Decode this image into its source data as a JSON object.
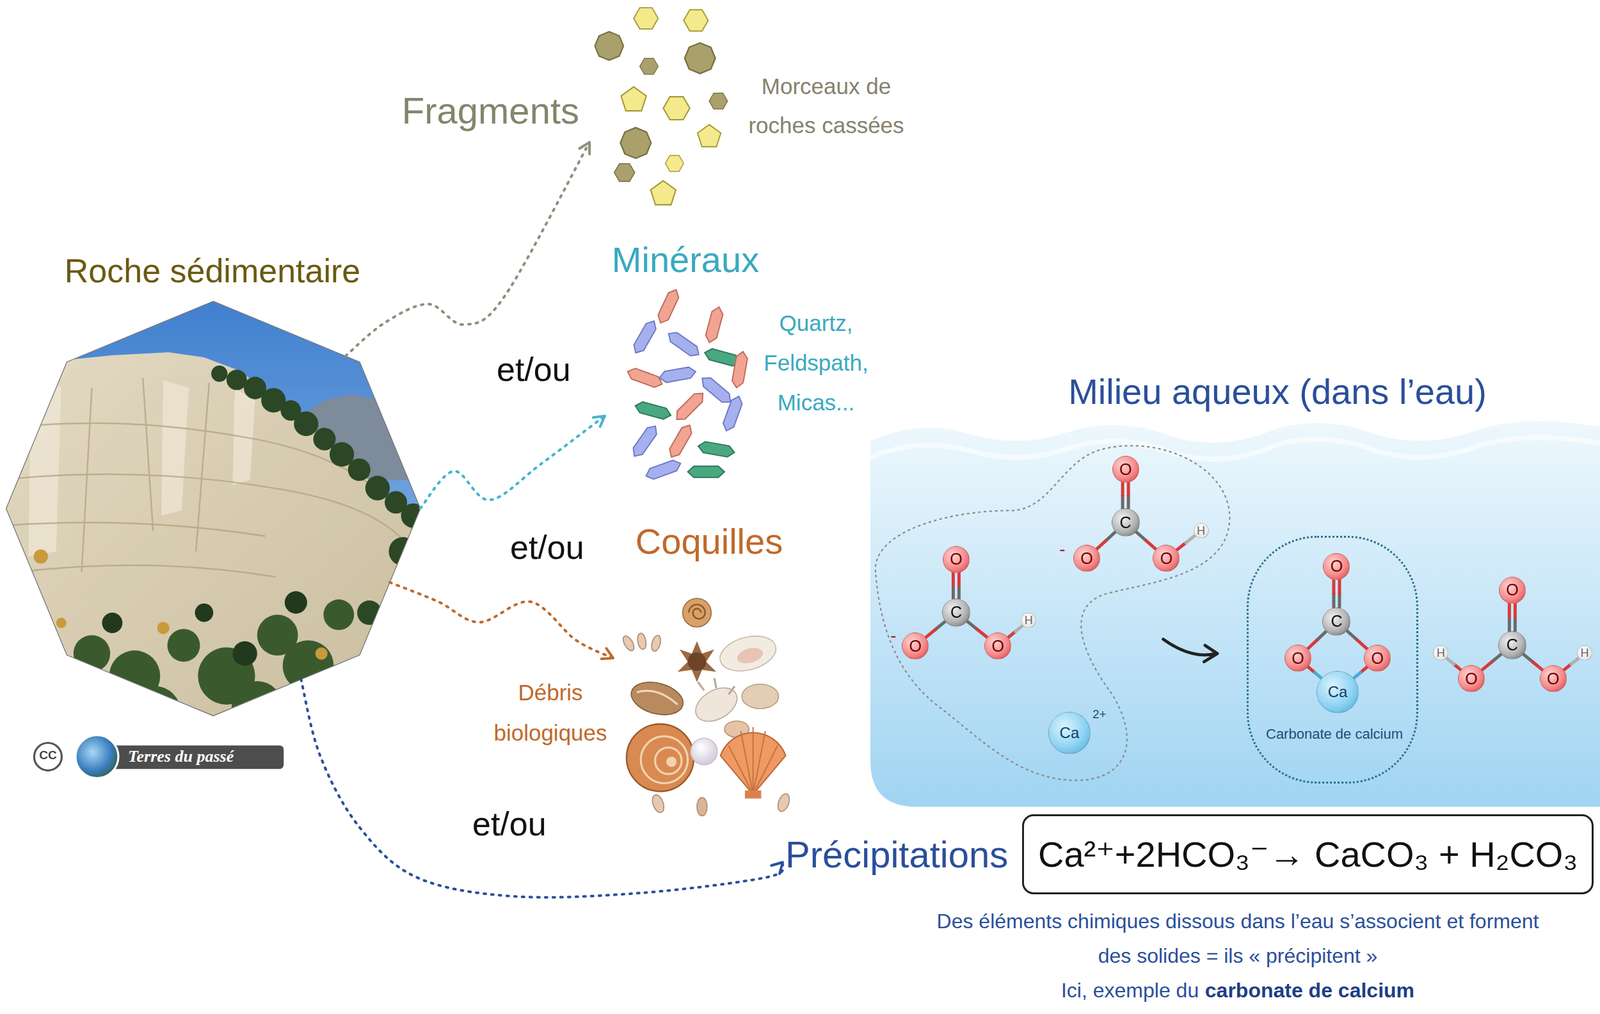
{
  "diagram": {
    "nodes": [
      {
        "text": [
          "Roche sédimentaire"
        ]
      },
      {
        "text": [
          "Fragments",
          "Morceaux de roches cassées"
        ]
      },
      {
        "text": [
          "Minéraux",
          "Quartz, Feldspath, Micas..."
        ]
      },
      {
        "text": [
          "Coquilles",
          "Débris biologiques"
        ]
      },
      {
        "text": [
          "Milieu aqueux (dans l’eau)"
        ]
      },
      {
        "text": [
          "O"
        ],
        "in": 4
      },
      {
        "text": [
          "C"
        ],
        "in": 4
      },
      {
        "text": [
          "O"
        ],
        "in": 4
      },
      {
        "text": [
          "O"
        ],
        "in": 4
      },
      {
        "text": [
          "H"
        ],
        "in": 4
      },
      {
        "text": [
          "O"
        ],
        "in": 4
      },
      {
        "text": [
          "C"
        ],
        "in": 4
      },
      {
        "text": [
          "O"
        ],
        "in": 4
      },
      {
        "text": [
          "O"
        ],
        "in": 4
      },
      {
        "text": [
          "H"
        ],
        "in": 4
      },
      {
        "text": [
          "Ca",
          "2+"
        ],
        "in": 4
      },
      {
        "text": [
          "Carbonate de calcium"
        ],
        "in": 4
      },
      {
        "text": [
          "O"
        ],
        "in": 16
      },
      {
        "text": [
          "C"
        ],
        "in": 16
      },
      {
        "text": [
          "O"
        ],
        "in": 16
      },
      {
        "text": [
          "O"
        ],
        "in": 16
      },
      {
        "text": [
          "Ca"
        ],
        "in": 16
      },
      {
        "text": [
          "O"
        ],
        "in": 4
      },
      {
        "text": [
          "C"
        ],
        "in": 4
      },
      {
        "text": [
          "O"
        ],
        "in": 4
      },
      {
        "text": [
          "O"
        ],
        "in": 4
      },
      {
        "text": [
          "H"
        ],
        "in": 4
      },
      {
        "text": [
          "H"
        ],
        "in": 4
      },
      {
        "text": [
          "Précipitations",
          "Ca²⁺+2HCO₃⁻→ CaCO₃ + H₂CO₃"
        ]
      }
    ],
    "edges": [
      {
        "from": 0,
        "to": 1,
        "arrow": "to"
      },
      {
        "from": 0,
        "to": 2,
        "arrow": "to"
      },
      {
        "from": 0,
        "to": 3,
        "arrow": "to"
      },
      {
        "from": 0,
        "to": 28,
        "arrow": "to"
      },
      {
        "from": 6,
        "to": 5,
        "arrow": "none"
      },
      {
        "from": 6,
        "to": 7,
        "arrow": "none"
      },
      {
        "from": 6,
        "to": 8,
        "arrow": "none"
      },
      {
        "from": 8,
        "to": 9,
        "arrow": "none"
      },
      {
        "from": 11,
        "to": 10,
        "arrow": "none"
      },
      {
        "from": 11,
        "to": 12,
        "arrow": "none"
      },
      {
        "from": 11,
        "to": 13,
        "arrow": "none"
      },
      {
        "from": 13,
        "to": 14,
        "arrow": "none"
      },
      {
        "from": 18,
        "to": 17,
        "arrow": "none"
      },
      {
        "from": 18,
        "to": 19,
        "arrow": "none"
      },
      {
        "from": 18,
        "to": 20,
        "arrow": "none"
      },
      {
        "from": 19,
        "to": 21,
        "arrow": "none"
      },
      {
        "from": 20,
        "to": 21,
        "arrow": "none"
      },
      {
        "from": 23,
        "to": 22,
        "arrow": "none"
      },
      {
        "from": 23,
        "to": 24,
        "arrow": "none"
      },
      {
        "from": 23,
        "to": 25,
        "arrow": "none"
      },
      {
        "from": 24,
        "to": 26,
        "arrow": "none"
      },
      {
        "from": 25,
        "to": 27,
        "arrow": "none"
      }
    ],
    "labels": [
      "et/ou",
      "et/ou",
      "et/ou",
      "-",
      "-",
      "CC",
      "Terres du passé",
      "Des éléments chimiques dissous dans l’eau s’associent et forment des solides = ils « précipitent »",
      "Ici, exemple du",
      "carbonate de calcium"
    ]
  }
}
